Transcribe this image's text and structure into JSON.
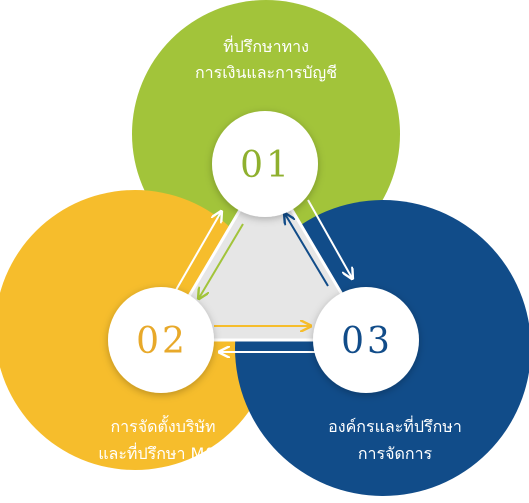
{
  "colors": {
    "green": "#A2C43A",
    "yellow": "#F6BD2C",
    "blue": "#114C89",
    "white": "#FFFFFF",
    "triangle_grey": "#E6E6E6"
  },
  "nodes": [
    {
      "number": "01",
      "label_line1": "ที่ปรึกษาทาง",
      "label_line2": "การเงินและการบัญชี",
      "color": "#A2C43A",
      "number_color": "#8FB02E"
    },
    {
      "number": "02",
      "label_line1": "การจัดตั้งบริษัท",
      "label_line2": "และที่ปรึกษา M&A",
      "color": "#F6BD2C",
      "number_color": "#E8A92A"
    },
    {
      "number": "03",
      "label_line1": "องค์กรและที่ปรึกษา",
      "label_line2": "การจัดการ",
      "color": "#114C89",
      "number_color": "#114C89"
    }
  ],
  "arrows": [
    {
      "icon": "double-arrow-icon",
      "between": "01-02"
    },
    {
      "icon": "double-arrow-icon",
      "between": "01-03"
    },
    {
      "icon": "double-arrow-icon",
      "between": "02-03"
    }
  ]
}
